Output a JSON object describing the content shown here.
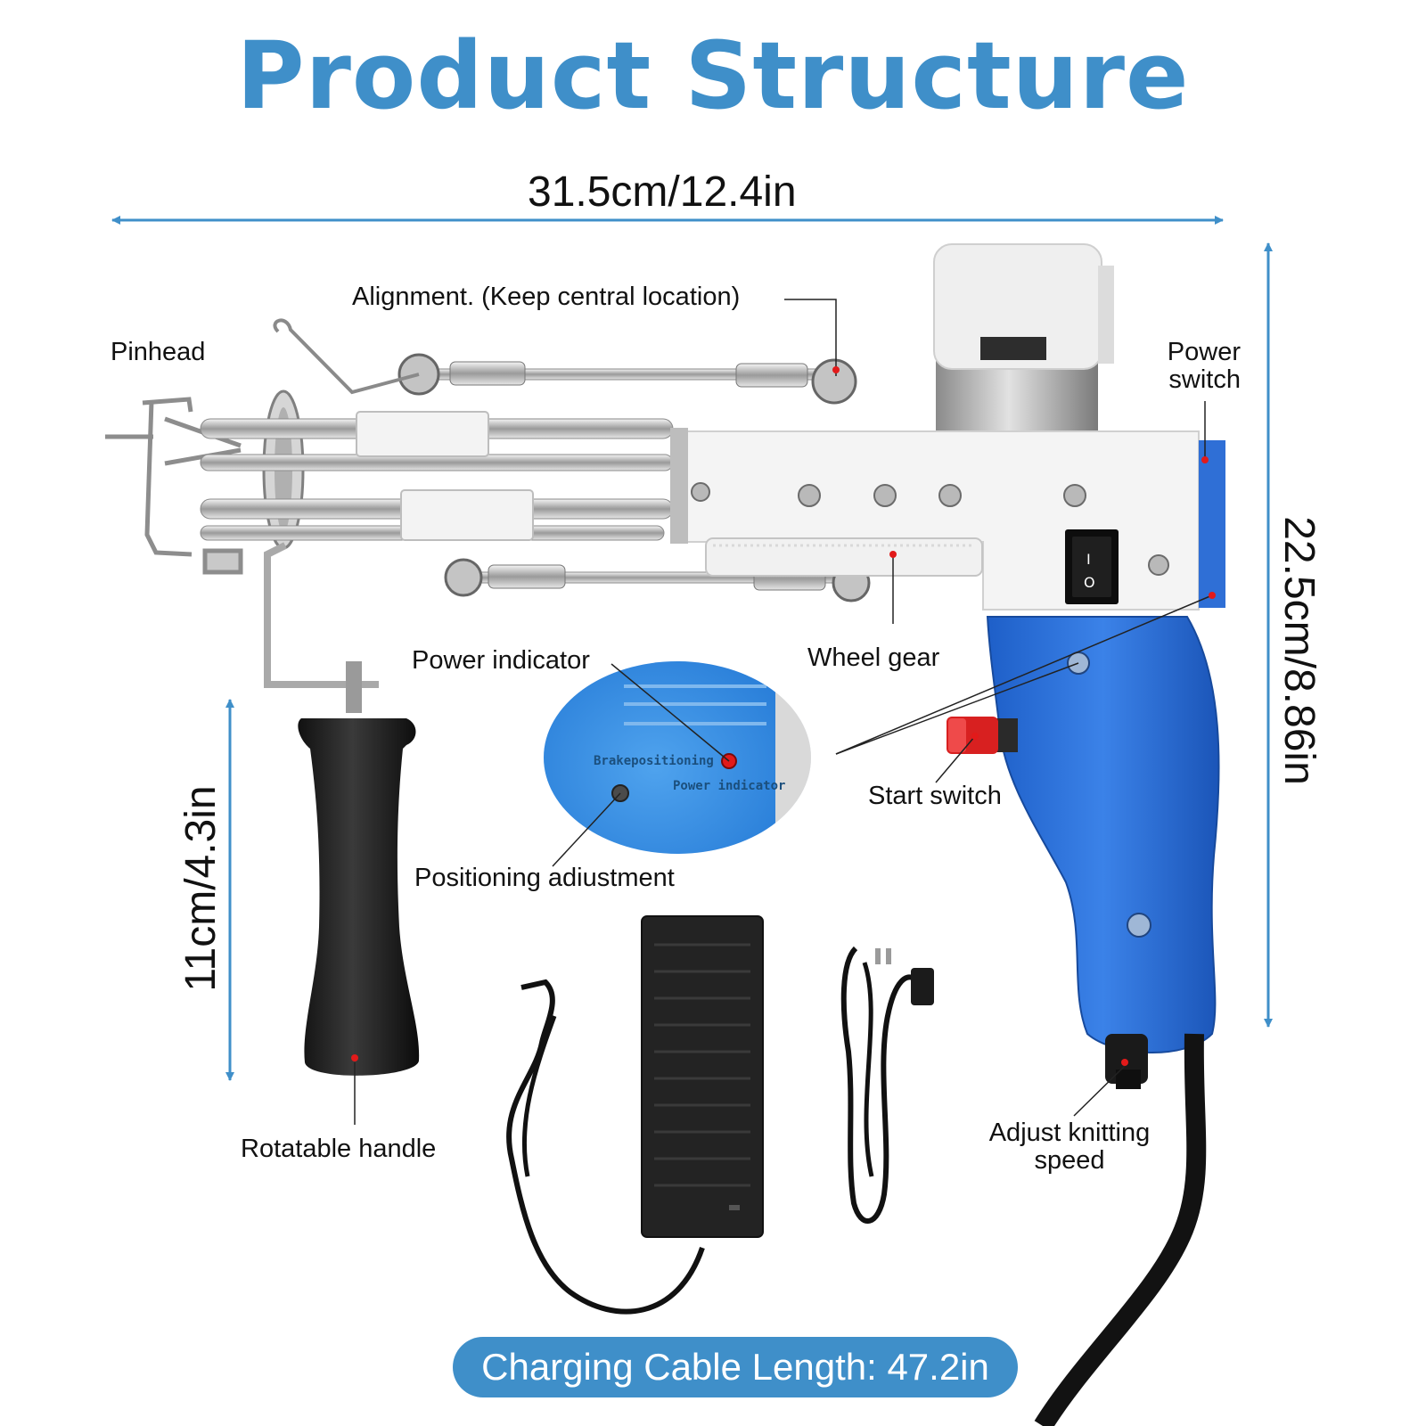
{
  "title": "Product Structure",
  "dimensions": {
    "width": "31.5cm/12.4in",
    "height": "22.5cm/8.86in",
    "handle": "11cm/4.3in"
  },
  "labels": {
    "alignment": "Alignment. (Keep central location)",
    "pinhead": "Pinhead",
    "power_switch_line1": "Power",
    "power_switch_line2": "switch",
    "power_indicator": "Power indicator",
    "wheel_gear": "Wheel gear",
    "start_switch": "Start switch",
    "positioning_adjustment": "Positioning adiustment",
    "rotatable_handle": "Rotatable handle",
    "adjust_speed_line1": "Adjust knitting",
    "adjust_speed_line2": "speed"
  },
  "inset": {
    "brake_text": "Brakepositioning",
    "indicator_text": "Power indicator"
  },
  "switch_marks": {
    "on": "I",
    "off": "O"
  },
  "cable_length": "Charging Cable Length: 47.2in",
  "colors": {
    "accent": "#3f8fc9",
    "body_blue": "#2f6fd6",
    "marker_red": "#e21a1a"
  }
}
